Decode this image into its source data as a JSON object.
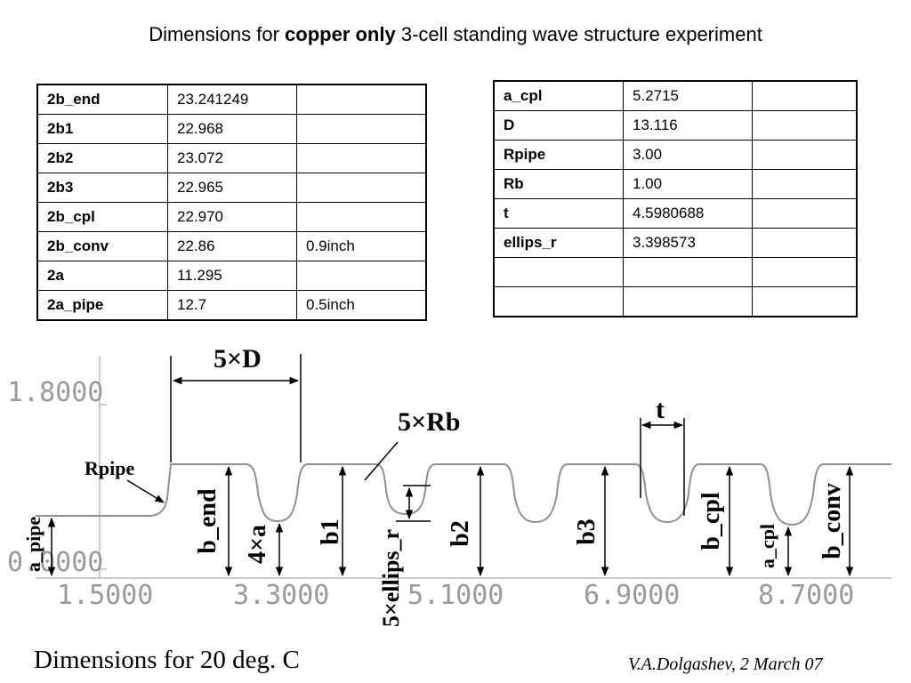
{
  "title": {
    "prefix": "Dimensions for ",
    "bold": "copper only",
    "suffix": " 3-cell standing wave structure experiment"
  },
  "table_left": [
    [
      "2b_end",
      "23.241249",
      ""
    ],
    [
      "2b1",
      "22.968",
      ""
    ],
    [
      "2b2",
      "23.072",
      ""
    ],
    [
      "2b3",
      "22.965",
      ""
    ],
    [
      "2b_cpl",
      "22.970",
      ""
    ],
    [
      "2b_conv",
      "22.86",
      "0.9inch"
    ],
    [
      "2a",
      "11.295",
      ""
    ],
    [
      "2a_pipe",
      "12.7",
      "0.5inch"
    ]
  ],
  "table_right": [
    [
      "a_cpl",
      "5.2715",
      ""
    ],
    [
      "D",
      "13.116",
      ""
    ],
    [
      "Rpipe",
      "3.00",
      ""
    ],
    [
      "Rb",
      "1.00",
      ""
    ],
    [
      "t",
      "4.5980688",
      ""
    ],
    [
      "ellips_r",
      "3.398573",
      ""
    ],
    [
      "",
      "",
      ""
    ],
    [
      "",
      "",
      ""
    ]
  ],
  "plot": {
    "y_ticks": [
      "1.8000",
      "0.0000"
    ],
    "x_ticks": [
      "1.5000",
      "3.3000",
      "5.1000",
      "6.9000",
      "8.7000"
    ]
  },
  "labels": {
    "five_d": "5×D",
    "five_rb": "5×Rb",
    "t": "t",
    "rpipe": "Rpipe",
    "a_pipe": "a_pipe",
    "b_end": "b_end",
    "four_a": "4×a",
    "b1": "b1",
    "ellips_r": "5×ellips_r",
    "b2": "b2",
    "b3": "b3",
    "b_cpl": "b_cpl",
    "a_cpl": "a_cpl",
    "b_conv": "b_conv"
  },
  "footer": {
    "left": "Dimensions for 20 deg. C",
    "right": "V.A.Dolgashev, 2 March 07"
  }
}
